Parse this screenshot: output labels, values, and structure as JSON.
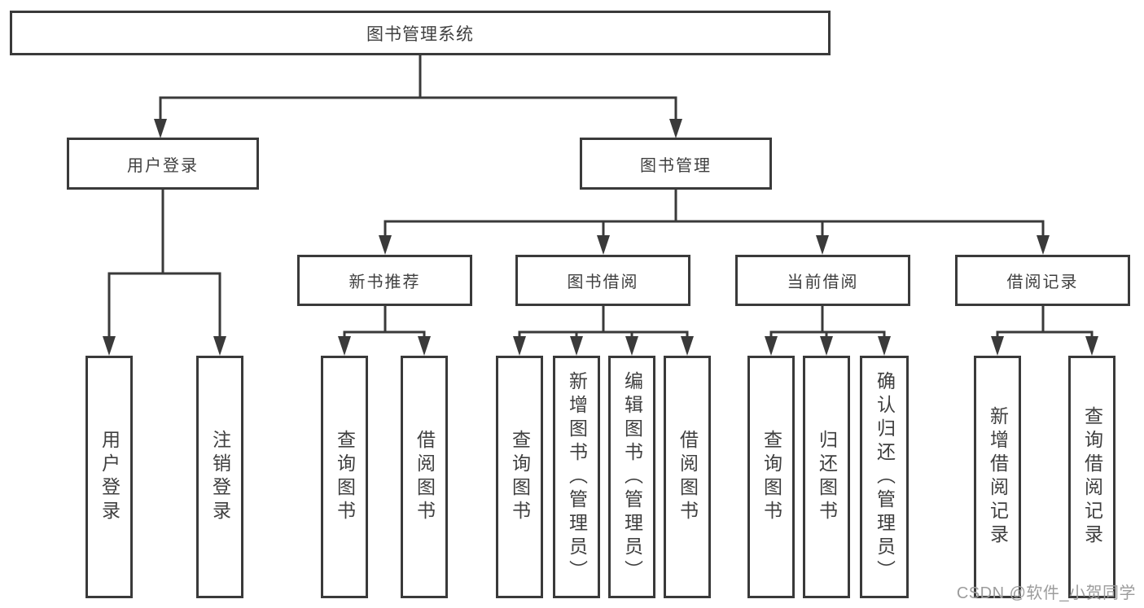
{
  "tree": {
    "label": "图书管理系统",
    "children": [
      {
        "label": "用户登录",
        "children": [
          {
            "label": "用户登录"
          },
          {
            "label": "注销登录"
          }
        ]
      },
      {
        "label": "图书管理",
        "children": [
          {
            "label": "新书推荐",
            "children": [
              {
                "label": "查询图书"
              },
              {
                "label": "借阅图书"
              }
            ]
          },
          {
            "label": "图书借阅",
            "children": [
              {
                "label": "查询图书"
              },
              {
                "label": "新增图书（管理员）"
              },
              {
                "label": "编辑图书（管理员）"
              },
              {
                "label": "借阅图书"
              }
            ]
          },
          {
            "label": "当前借阅",
            "children": [
              {
                "label": "查询图书"
              },
              {
                "label": "归还图书"
              },
              {
                "label": "确认归还（管理员）"
              }
            ]
          },
          {
            "label": "借阅记录",
            "children": [
              {
                "label": "新增借阅记录"
              },
              {
                "label": "查询借阅记录"
              }
            ]
          }
        ]
      }
    ]
  },
  "watermark": "CSDN @软件_小贺同学",
  "colors": {
    "line": "#3a3a3a",
    "text": "#3f3f3f",
    "watermark_text": "#9c9c9c",
    "background": "#ffffff"
  }
}
